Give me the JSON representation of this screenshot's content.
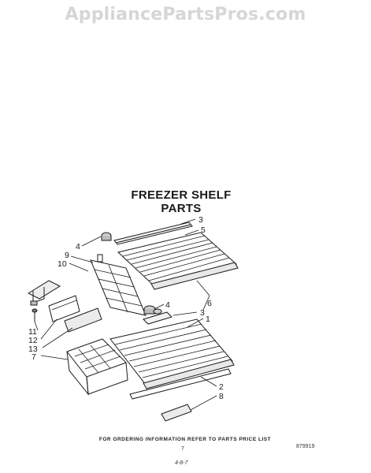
{
  "watermark": "AppliancePartsPros.com",
  "title": "FREEZER SHELF PARTS",
  "callouts": {
    "c3a": "3",
    "c5": "5",
    "c4a": "4",
    "c9": "9",
    "c10": "10",
    "c6": "6",
    "c4b": "4",
    "c3b": "3",
    "c1": "1",
    "c11": "11",
    "c12": "12",
    "c13": "13",
    "c7": "7",
    "c2": "2",
    "c8": "8"
  },
  "footer": {
    "note": "FOR ORDERING INFORMATION REFER TO PARTS PRICE LIST",
    "page": "7",
    "code": "879919",
    "sheet": "4-8-7"
  }
}
